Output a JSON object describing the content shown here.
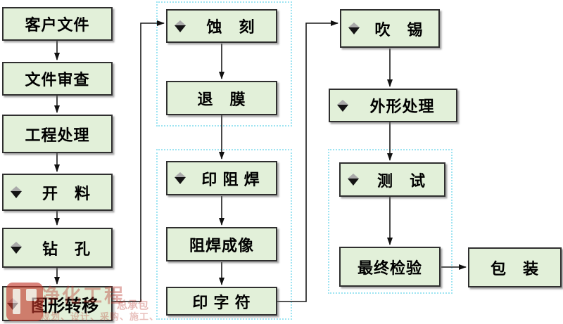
{
  "flowchart": {
    "type": "process-flow",
    "language": "zh-CN",
    "nodes": [
      {
        "id": "customer-files",
        "label": "客户文件",
        "display": "客户文件",
        "icon": false
      },
      {
        "id": "file-review",
        "label": "文件审查",
        "display": "文件审查",
        "icon": false
      },
      {
        "id": "engineering",
        "label": "工程处理",
        "display": "工程处理",
        "icon": false
      },
      {
        "id": "cutting",
        "label": "开料",
        "display": "开　料",
        "icon": true
      },
      {
        "id": "drilling",
        "label": "钻孔",
        "display": "钻　孔",
        "icon": true
      },
      {
        "id": "pattern-transfer",
        "label": "图形转移",
        "display": "图形转移",
        "icon": true
      },
      {
        "id": "etching",
        "label": "蚀刻",
        "display": "蚀　刻",
        "icon": true
      },
      {
        "id": "film-stripping",
        "label": "退膜",
        "display": "退　膜",
        "icon": false
      },
      {
        "id": "solder-mask-print",
        "label": "印阻焊",
        "display": "印 阻 焊",
        "icon": true
      },
      {
        "id": "solder-mask-imaging",
        "label": "阻焊成像",
        "display": "阻焊成像",
        "icon": false
      },
      {
        "id": "legend-print",
        "label": "印字符",
        "display": "印 字 符",
        "icon": false
      },
      {
        "id": "tin-blowing",
        "label": "吹锡",
        "display": "吹　锡",
        "icon": true
      },
      {
        "id": "profile-processing",
        "label": "外形处理",
        "display": "外形处理",
        "icon": true
      },
      {
        "id": "testing",
        "label": "测试",
        "display": "测　试",
        "icon": true
      },
      {
        "id": "final-inspection",
        "label": "最终检验",
        "display": "最终检验",
        "icon": false
      },
      {
        "id": "packaging",
        "label": "包装",
        "display": "包　装",
        "icon": false
      }
    ],
    "edges": [
      {
        "from": "客户文件",
        "to": "文件审查"
      },
      {
        "from": "文件审查",
        "to": "工程处理"
      },
      {
        "from": "工程处理",
        "to": "开料"
      },
      {
        "from": "开料",
        "to": "钻孔"
      },
      {
        "from": "钻孔",
        "to": "图形转移"
      },
      {
        "from": "图形转移",
        "to": "蚀刻"
      },
      {
        "from": "蚀刻",
        "to": "退膜"
      },
      {
        "from": "退膜",
        "to": "印阻焊"
      },
      {
        "from": "印阻焊",
        "to": "阻焊成像"
      },
      {
        "from": "阻焊成像",
        "to": "印字符"
      },
      {
        "from": "印字符",
        "to": "吹锡"
      },
      {
        "from": "吹锡",
        "to": "外形处理"
      },
      {
        "from": "外形处理",
        "to": "测试"
      },
      {
        "from": "测试",
        "to": "最终检验"
      },
      {
        "from": "最终检验",
        "to": "包装"
      }
    ],
    "groups": [
      {
        "id": "group-etch",
        "members": [
          "蚀刻",
          "退膜"
        ]
      },
      {
        "id": "group-soldermask",
        "members": [
          "印阻焊",
          "阻焊成像",
          "印字符"
        ]
      },
      {
        "id": "group-test",
        "members": [
          "测试",
          "最终检验"
        ]
      }
    ],
    "colors": {
      "node_fill": "#E2F0D9",
      "node_border": "#2F2F2F",
      "group_border": "#9EE4F2",
      "connector": "#1A1A1A",
      "diamond_top": "#A9A9A9",
      "diamond_bottom": "#141414",
      "watermark_red": "#C2372A"
    },
    "watermark": {
      "logo": "red-square-logo",
      "line1": "净化工程",
      "line2": "总承包",
      "line3": "规划、设计、采购、施工、"
    }
  }
}
